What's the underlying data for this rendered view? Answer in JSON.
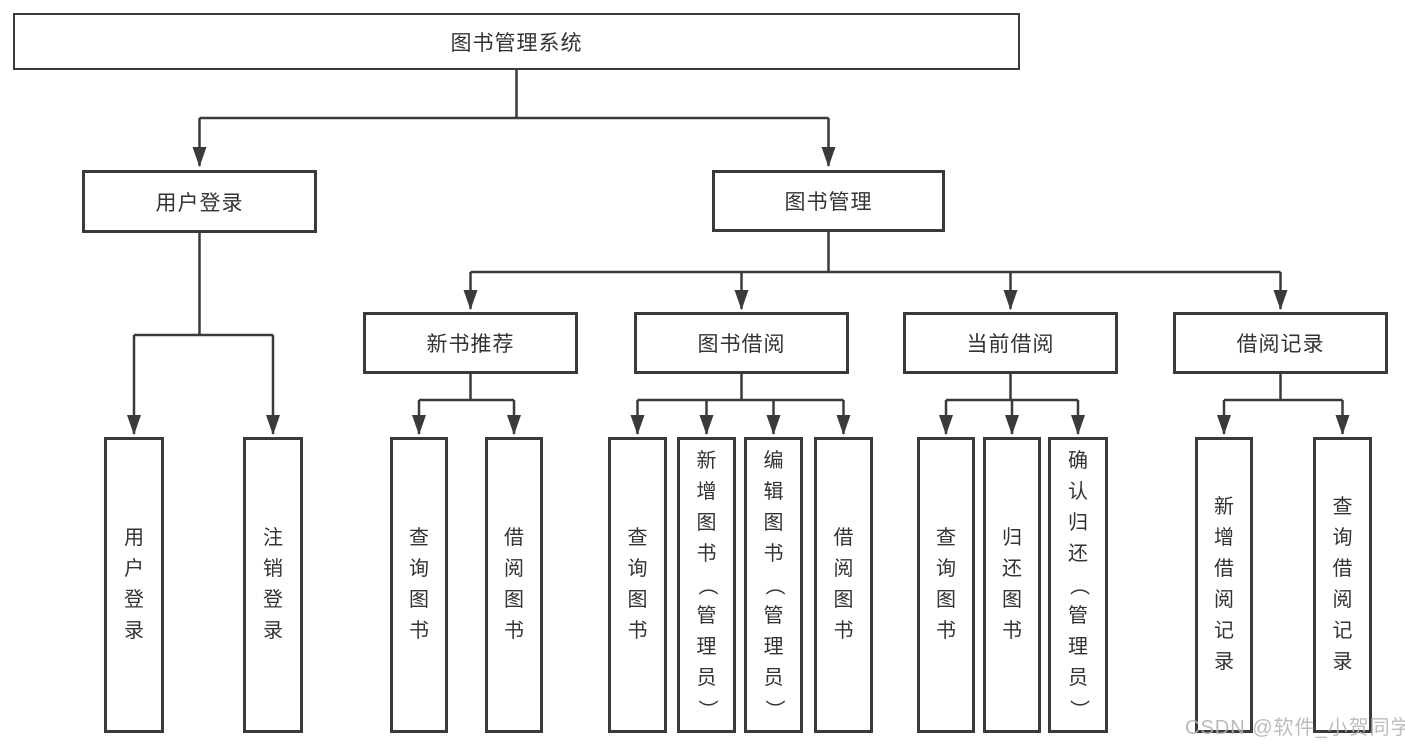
{
  "diagram": {
    "title": "图书管理系统",
    "branches": [
      {
        "label": "用户登录",
        "children": [
          {
            "label": "用户登录"
          },
          {
            "label": "注销登录"
          }
        ]
      },
      {
        "label": "图书管理",
        "children": [
          {
            "label": "新书推荐",
            "children": [
              {
                "label": "查询图书"
              },
              {
                "label": "借阅图书"
              }
            ]
          },
          {
            "label": "图书借阅",
            "children": [
              {
                "label": "查询图书"
              },
              {
                "label": "新增图书（管理员）"
              },
              {
                "label": "编辑图书（管理员）"
              },
              {
                "label": "借阅图书"
              }
            ]
          },
          {
            "label": "当前借阅",
            "children": [
              {
                "label": "查询图书"
              },
              {
                "label": "归还图书"
              },
              {
                "label": "确认归还（管理员）"
              }
            ]
          },
          {
            "label": "借阅记录",
            "children": [
              {
                "label": "新增借阅记录"
              },
              {
                "label": "查询借阅记录"
              }
            ]
          }
        ]
      }
    ]
  },
  "watermark": {
    "text": "CSDN @软件_小贺同学"
  },
  "colors": {
    "line": "#3a3a3a",
    "text": "#333333",
    "watermark": "#b5b5b5",
    "background": "#ffffff"
  }
}
